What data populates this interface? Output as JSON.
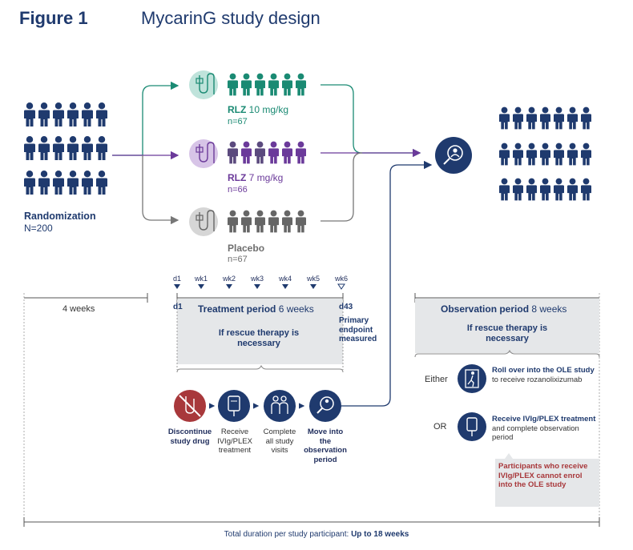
{
  "figure": {
    "label": "Figure 1",
    "title": "MycarinG study design"
  },
  "randomization": {
    "label": "Randomization",
    "n": "N=200"
  },
  "arms": [
    {
      "name": "RLZ",
      "dose": "10 mg/kg",
      "n": "n=67",
      "color": "#1a8a73"
    },
    {
      "name": "RLZ",
      "dose": "7 mg/kg",
      "n": "n=66",
      "color": "#6b3a9a"
    },
    {
      "name": "Placebo",
      "dose": "",
      "n": "n=67",
      "color": "#6e6e6e"
    }
  ],
  "colors": {
    "navy": "#1f3a6e",
    "teal": "#1a8a73",
    "purple": "#6b3a9a",
    "gray": "#6e6e6e",
    "warning": "#a8383b"
  },
  "timeline_ticks": [
    "d1",
    "wk1",
    "wk2",
    "wk3",
    "wk4",
    "wk5",
    "wk6"
  ],
  "screening": {
    "label": "4 weeks"
  },
  "treatment": {
    "start": "d1",
    "label_bold": "Treatment period",
    "label_rest": "6 weeks",
    "end": "d43",
    "rescue": "If rescue therapy is necessary"
  },
  "primary_endpoint": "Primary endpoint measured",
  "steps": [
    {
      "label": "Discontinue study drug",
      "bold": true,
      "icon": "no-drug-icon"
    },
    {
      "label": "Receive IVIg/PLEX treatment",
      "bold": false,
      "icon": "iv-bag-icon"
    },
    {
      "label": "Complete all study visits",
      "bold": false,
      "icon": "people-icon"
    },
    {
      "label": "Move into the observation period",
      "bold": true,
      "icon": "magnifier-person-icon"
    }
  ],
  "observation": {
    "label_bold": "Observation period",
    "label_rest": "8 weeks",
    "rescue": "If rescue therapy is necessary"
  },
  "options": {
    "either": "Either",
    "or": "OR",
    "ole_bold": "Roll over into the OLE study",
    "ole_rest": "to receive rozanolixizumab",
    "ivig_bold": "Receive IVIg/PLEX treatment",
    "ivig_rest": "and complete observation period",
    "note": "Participants who receive IVIg/PLEX cannot enrol into the OLE study"
  },
  "footer": {
    "text": "Total duration per study participant:",
    "bold": "Up to 18 weeks"
  }
}
